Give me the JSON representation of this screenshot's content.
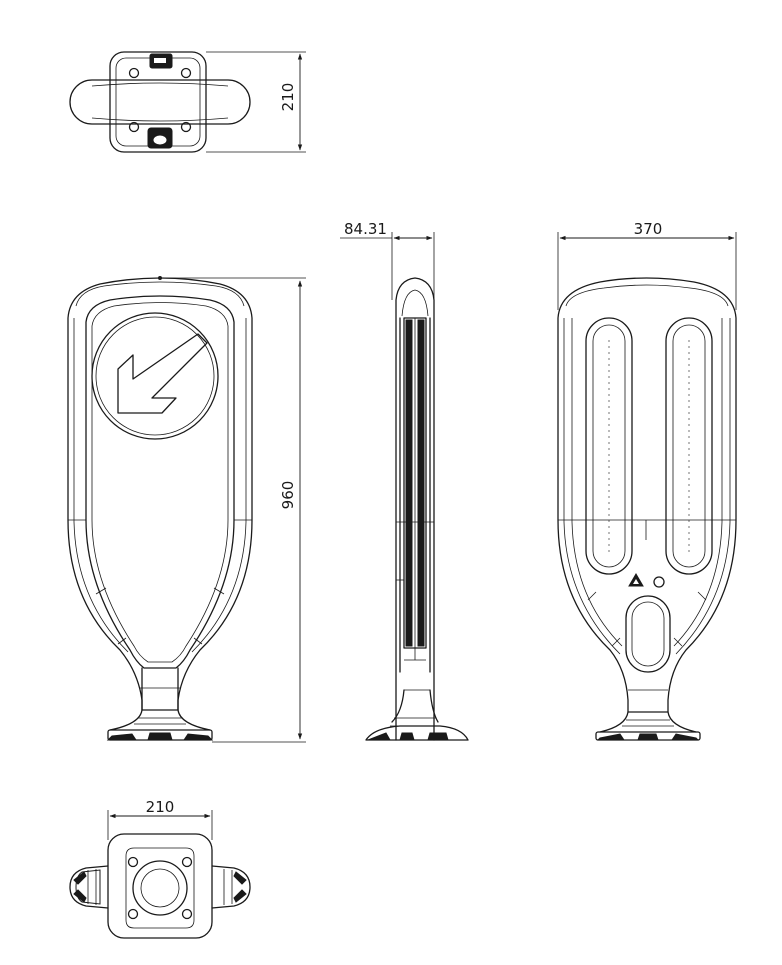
{
  "dimensions": {
    "top_view_depth": "210",
    "side_view_thickness": "84.31",
    "back_view_width": "370",
    "height": "960",
    "bottom_view_width": "210"
  },
  "colors": {
    "line": "#1a1a1a",
    "background": "#ffffff"
  },
  "icons": {
    "sign_symbol": "arrow-down-left-icon",
    "recycle_mark": "recycle-icon"
  }
}
